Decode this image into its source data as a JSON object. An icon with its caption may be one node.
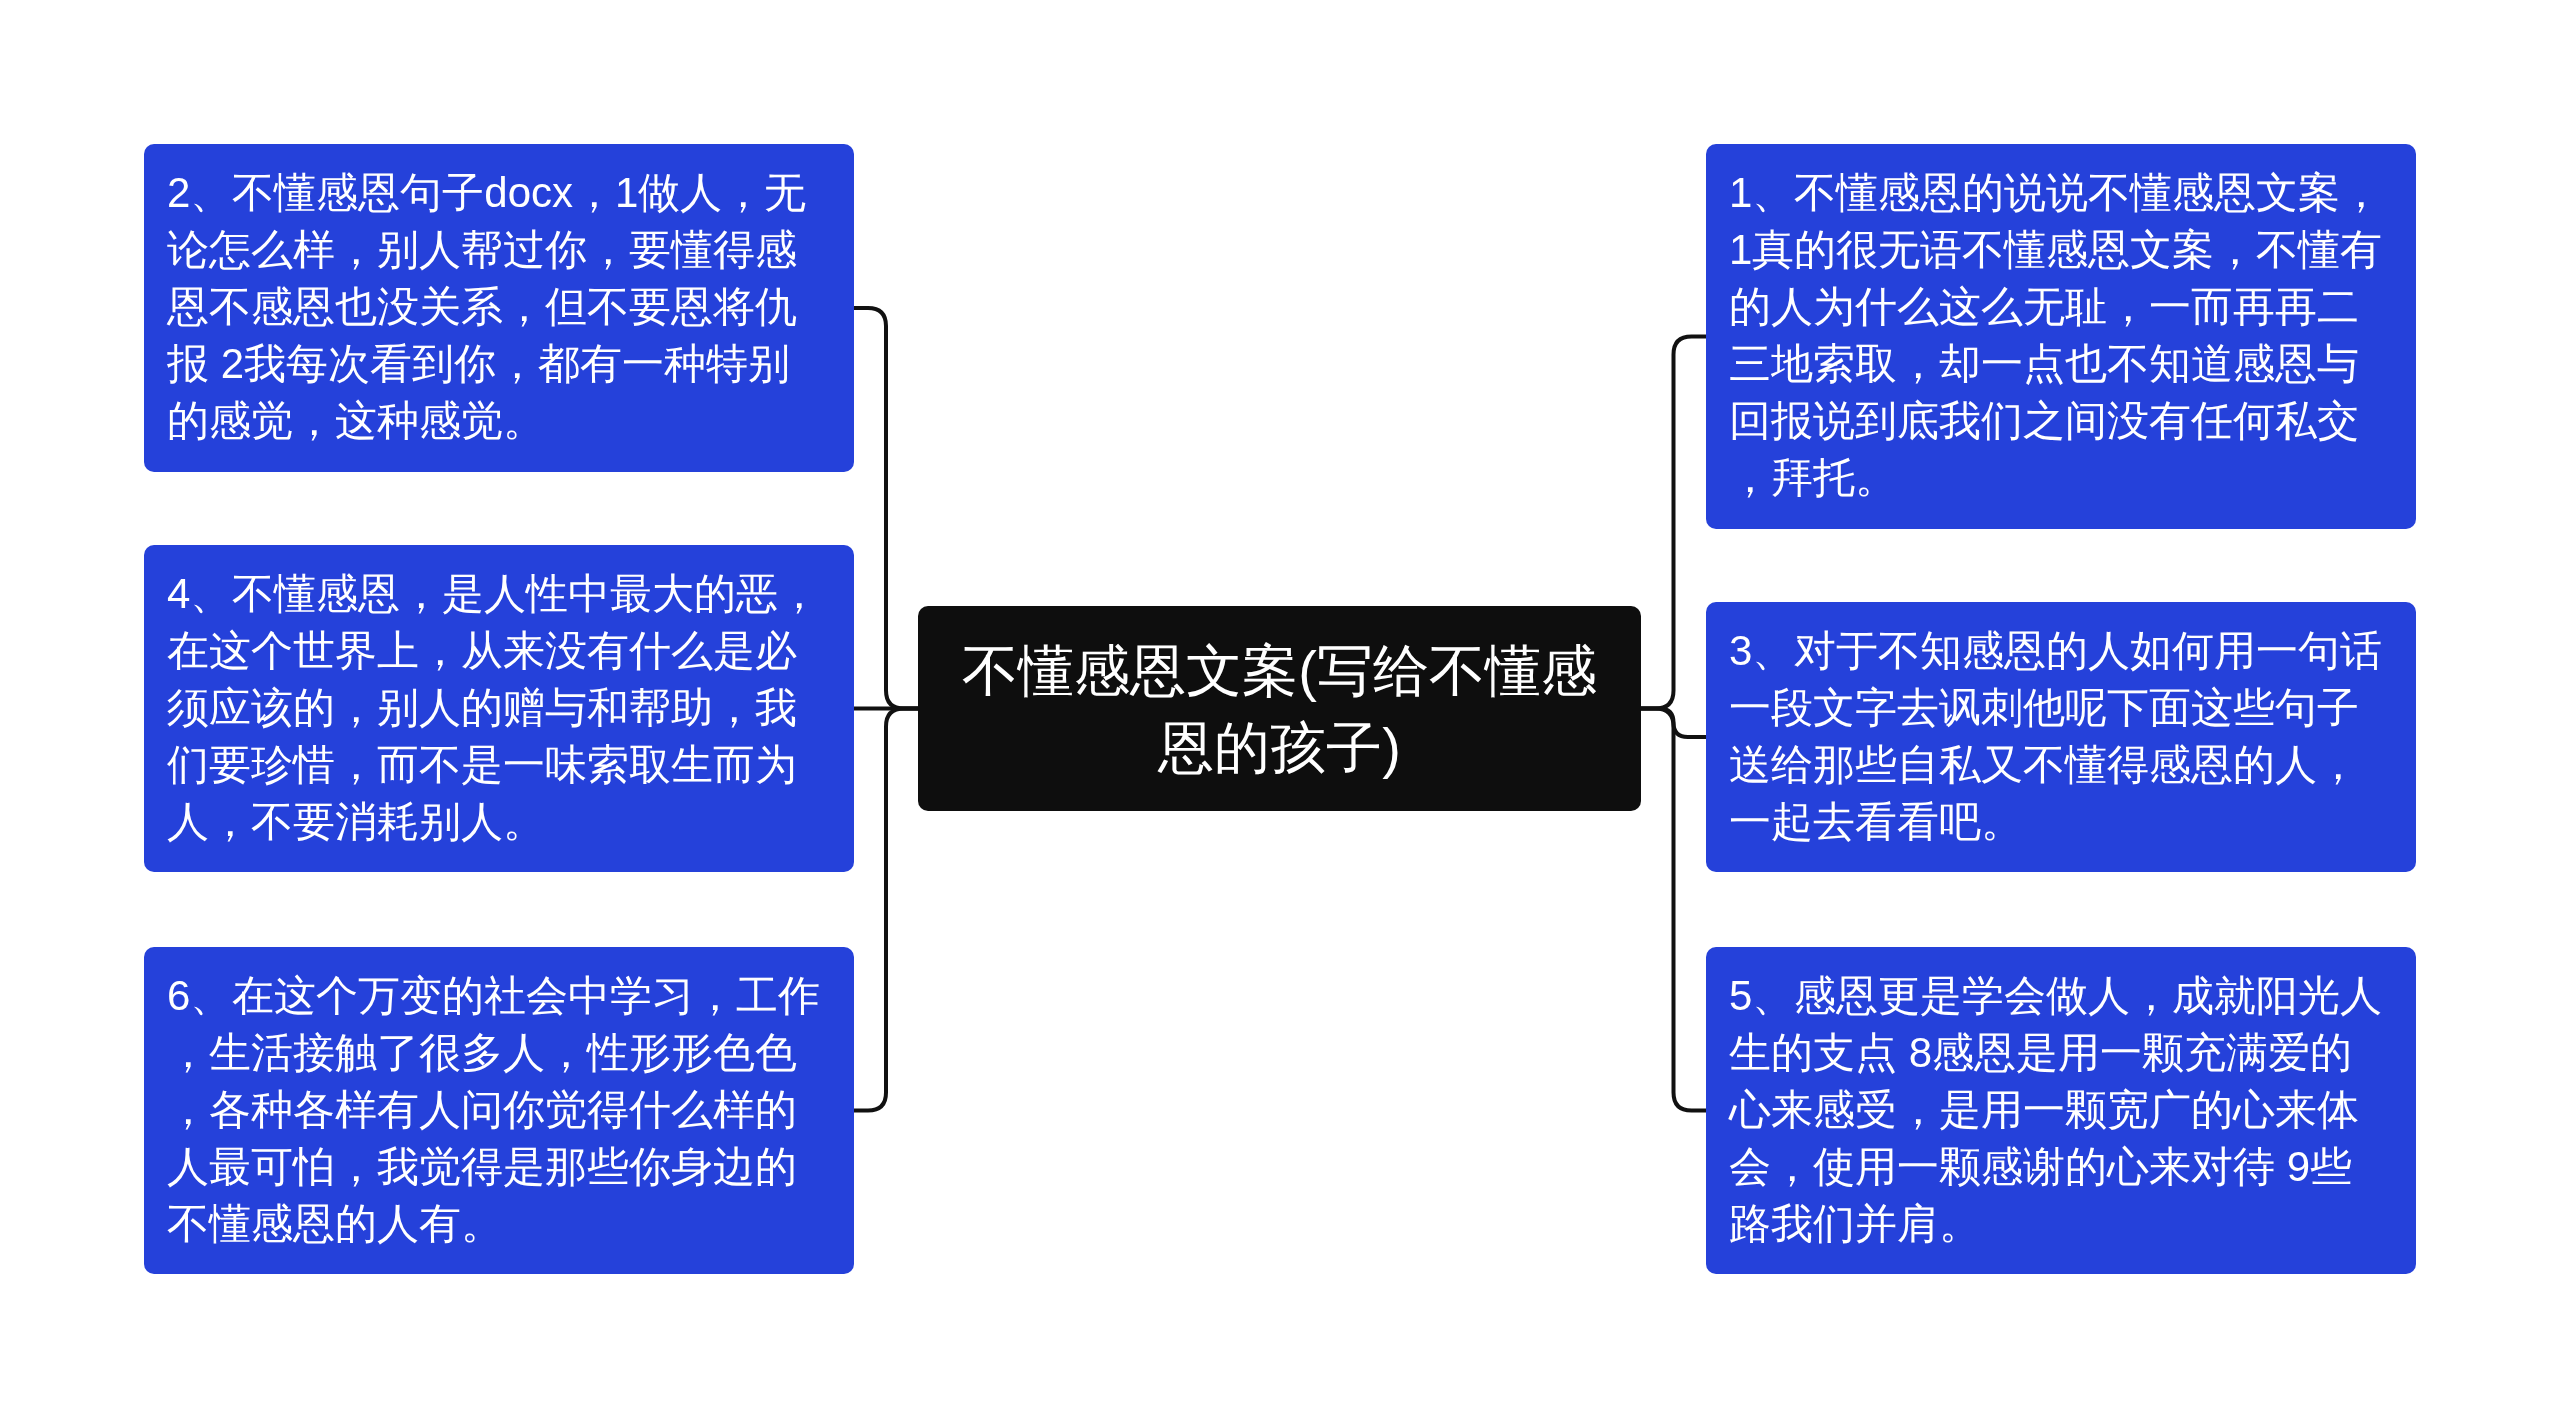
{
  "diagram": {
    "nodes": [
      {
        "text": [
          "不懂感恩文案(写给不懂感恩的孩子)"
        ]
      },
      {
        "text": [
          "1、不懂感恩的说说不懂感恩文案，1真的很无语不懂感恩文案，不懂有的人为什么这么无耻，一而再再二三地索取，却一点也不知道感恩与回报说到底我们之间没有任何私交，拜托。"
        ]
      },
      {
        "text": [
          "2、不懂感恩句子docx，1做人，无论怎么样，别人帮过你，要懂得感恩不感恩也没关系，但不要恩将仇报 2我每次看到你，都有一种特别的感觉，这种感觉。"
        ]
      },
      {
        "text": [
          "3、对于不知感恩的人如何用一句话一段文字去讽刺他呢下面这些句子送给那些自私又不懂得感恩的人，一起去看看吧。"
        ]
      },
      {
        "text": [
          "4、不懂感恩，是人性中最大的恶，在这个世界上，从来没有什么是必须应该的，别人的赠与和帮助，我们要珍惜，而不是一味索取生而为人，不要消耗别人。"
        ]
      },
      {
        "text": [
          "5、感恩更是学会做人，成就阳光人生的支点 8感恩是用一颗充满爱的心来感受，是用一颗宽广的心来体会，使用一颗感谢的心来对待 9些路我们并肩。"
        ]
      },
      {
        "text": [
          "6、在这个万变的社会中学习，工作，生活接触了很多人，性形形色色，各种各样有人问你觉得什么样的人最可怕，我觉得是那些你身边的不懂感恩的人有。"
        ]
      }
    ],
    "edges": [
      {
        "from": 0,
        "to": 1,
        "arrow": "none"
      },
      {
        "from": 0,
        "to": 2,
        "arrow": "none"
      },
      {
        "from": 0,
        "to": 3,
        "arrow": "none"
      },
      {
        "from": 0,
        "to": 4,
        "arrow": "none"
      },
      {
        "from": 0,
        "to": 5,
        "arrow": "none"
      },
      {
        "from": 0,
        "to": 6,
        "arrow": "none"
      }
    ]
  }
}
